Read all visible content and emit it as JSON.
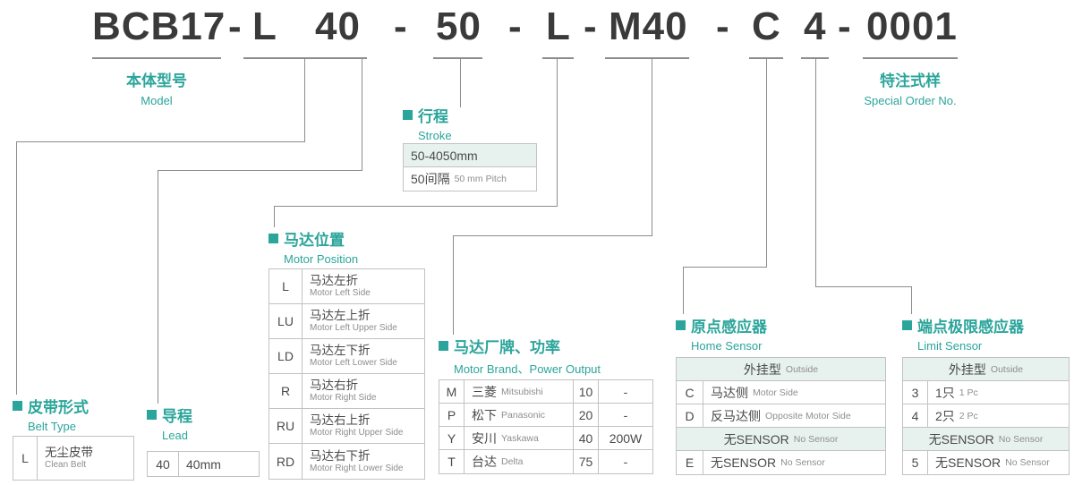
{
  "colors": {
    "accent": "#2ba59b",
    "mint_bg": "#e7f2ee",
    "line": "#8c8c8c",
    "code_text": "#3a3a3a"
  },
  "model_code": {
    "full": "BCB17-L40-50-L-M40-C4-0001",
    "seg_series": "BCB17",
    "dash1": "-",
    "seg_belt": "L",
    "seg_lead": "40",
    "dash2": "-",
    "seg_stroke": "50",
    "dash3": "-",
    "seg_motor_position": "L",
    "dash4": "-",
    "seg_motor_brand": "M40",
    "dash5": "-",
    "seg_home_sensor": "C",
    "seg_limit_sensor": "4",
    "dash6": "-",
    "seg_special": "0001"
  },
  "sections": {
    "model": {
      "cn": "本体型号",
      "en": "Model"
    },
    "special": {
      "cn": "特注式样",
      "en": "Special Order No."
    },
    "stroke": {
      "cn": "行程",
      "en": "Stroke",
      "range": "50-4050mm",
      "pitch_cn": "50间隔",
      "pitch_en": "50 mm Pitch"
    },
    "belt": {
      "cn": "皮带形式",
      "en": "Belt Type",
      "code": "L",
      "value_cn": "无尘皮带",
      "value_en": "Clean Belt"
    },
    "lead": {
      "cn": "导程",
      "en": "Lead",
      "code": "40",
      "value": "40mm"
    },
    "motor_position": {
      "cn": "马达位置",
      "en": "Motor Position",
      "rows": [
        {
          "code": "L",
          "cn": "马达左折",
          "en": "Motor Left Side"
        },
        {
          "code": "LU",
          "cn": "马达左上折",
          "en": "Motor Left Upper Side"
        },
        {
          "code": "LD",
          "cn": "马达左下折",
          "en": "Motor Left Lower Side"
        },
        {
          "code": "R",
          "cn": "马达右折",
          "en": "Motor Right Side"
        },
        {
          "code": "RU",
          "cn": "马达右上折",
          "en": "Motor Right Upper Side"
        },
        {
          "code": "RD",
          "cn": "马达右下折",
          "en": "Motor Right Lower Side"
        }
      ]
    },
    "motor_brand": {
      "cn": "马达厂牌、功率",
      "en": "Motor Brand、Power Output",
      "rows": [
        {
          "code": "M",
          "brand_cn": "三菱",
          "brand_en": "Mitsubishi",
          "power_code": "10",
          "power": "-"
        },
        {
          "code": "P",
          "brand_cn": "松下",
          "brand_en": "Panasonic",
          "power_code": "20",
          "power": "-"
        },
        {
          "code": "Y",
          "brand_cn": "安川",
          "brand_en": "Yaskawa",
          "power_code": "40",
          "power": "200W"
        },
        {
          "code": "T",
          "brand_cn": "台达",
          "brand_en": "Delta",
          "power_code": "75",
          "power": "-"
        }
      ]
    },
    "home_sensor": {
      "cn": "原点感应器",
      "en": "Home Sensor",
      "group_outside_cn": "外挂型",
      "group_outside_en": "Outside",
      "rows_outside": [
        {
          "code": "C",
          "cn": "马达侧",
          "en": "Motor Side"
        },
        {
          "code": "D",
          "cn": "反马达侧",
          "en": "Opposite Motor Side"
        }
      ],
      "group_none_cn": "无SENSOR",
      "group_none_en": "No Sensor",
      "rows_none": [
        {
          "code": "E",
          "cn": "无SENSOR",
          "en": "No Sensor"
        }
      ]
    },
    "limit_sensor": {
      "cn": "端点极限感应器",
      "en": "Limit Sensor",
      "group_outside_cn": "外挂型",
      "group_outside_en": "Outside",
      "rows_outside": [
        {
          "code": "3",
          "cn": "1只",
          "en": "1 Pc"
        },
        {
          "code": "4",
          "cn": "2只",
          "en": "2 Pc"
        }
      ],
      "group_none_cn": "无SENSOR",
      "group_none_en": "No Sensor",
      "rows_none": [
        {
          "code": "5",
          "cn": "无SENSOR",
          "en": "No Sensor"
        }
      ]
    }
  }
}
